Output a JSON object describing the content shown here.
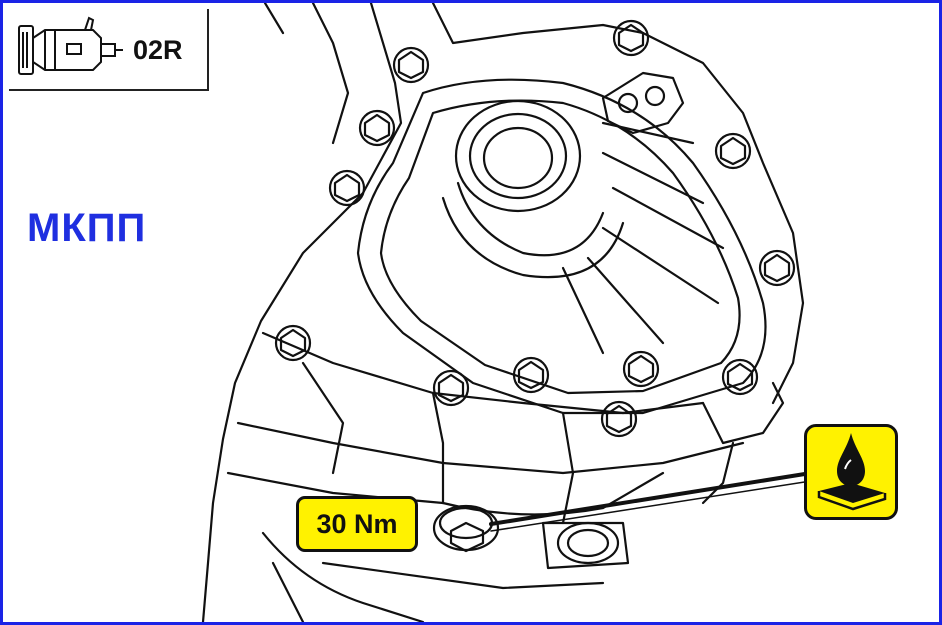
{
  "badge": {
    "code": "02R",
    "icon": "transmission-icon"
  },
  "caption": "МКПП",
  "torque_label": "30 Nm",
  "oil_icon": "oil-drop-icon",
  "colors": {
    "frame": "#1a23e6",
    "caption": "#1f2fe0",
    "highlight": "#fff200",
    "ink": "#111111"
  }
}
